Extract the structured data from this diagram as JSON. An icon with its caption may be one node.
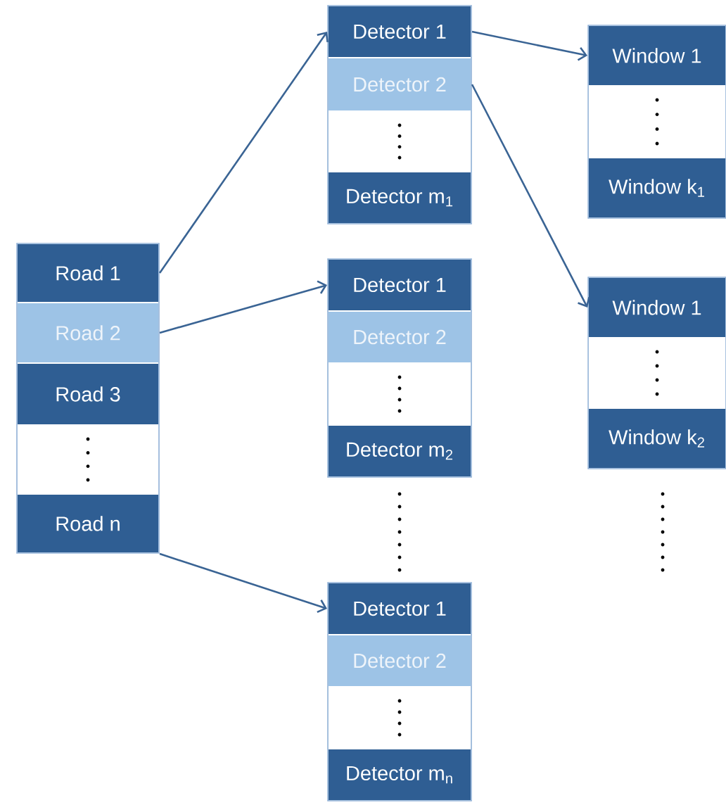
{
  "diagram": {
    "nodes": [
      {
        "text": [
          "Road 1"
        ]
      },
      {
        "text": [
          "Road 2"
        ]
      },
      {
        "text": [
          "Road 3"
        ]
      },
      {
        "text": [],
        "shape": "box"
      },
      {
        "text": [
          "Road n"
        ]
      },
      {
        "text": [
          "Detector 1"
        ]
      },
      {
        "text": [
          "Detector 2"
        ]
      },
      {
        "text": [],
        "shape": "box"
      },
      {
        "text": [
          "Detector m$_{1}$"
        ]
      },
      {
        "text": [
          "Detector 1"
        ]
      },
      {
        "text": [
          "Detector 2"
        ]
      },
      {
        "text": [],
        "shape": "box"
      },
      {
        "text": [
          "Detector m$_{2}$"
        ]
      },
      {
        "text": [
          "Detector 1"
        ]
      },
      {
        "text": [
          "Detector 2"
        ]
      },
      {
        "text": [],
        "shape": "box"
      },
      {
        "text": [
          "Detector m$_{n}$"
        ]
      },
      {
        "text": [
          "Window 1"
        ]
      },
      {
        "text": [],
        "shape": "box"
      },
      {
        "text": [
          "Window k$_{1}$"
        ]
      },
      {
        "text": [
          "Window 1"
        ]
      },
      {
        "text": [],
        "shape": "box"
      },
      {
        "text": [
          "Window k$_{2}$"
        ]
      }
    ],
    "edges": [
      {
        "from": 0,
        "to": 5,
        "arrow": "to"
      },
      {
        "from": 1,
        "to": 9,
        "arrow": "to"
      },
      {
        "from": 4,
        "to": 13,
        "arrow": "to"
      },
      {
        "from": 5,
        "to": 17,
        "arrow": "to"
      },
      {
        "from": 6,
        "to": 20,
        "arrow": "to"
      }
    ]
  }
}
